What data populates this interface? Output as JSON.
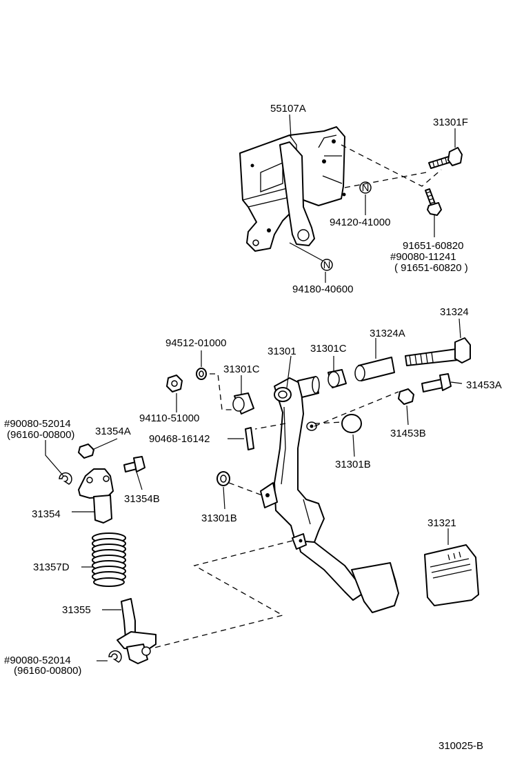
{
  "diagram_id": "310025-B",
  "labels": {
    "p55107A": "55107A",
    "p31301F": "31301F",
    "p94120": "94120-41000",
    "p91651a": "91651-60820",
    "p90080_11241": "#90080-11241",
    "p91651b": "( 91651-60820 )",
    "p94180": "94180-40600",
    "p31324": "31324",
    "p94512": "94512-01000",
    "p31301": "31301",
    "p31301C_top": "31301C",
    "p31324A": "31324A",
    "p31301C_left": "31301C",
    "p31453A": "31453A",
    "p94110": "94110-51000",
    "p90080_52014a": "#90080-52014",
    "p96160a": "(96160-00800)",
    "p31354A": "31354A",
    "p90468": "90468-16142",
    "p31453B": "31453B",
    "p31301B_right": "31301B",
    "p31354B": "31354B",
    "p31354": "31354",
    "p31301B_left": "31301B",
    "p31321": "31321",
    "p31357D": "31357D",
    "p31355": "31355",
    "p90080_52014b": "#90080-52014",
    "p96160b": "(96160-00800)"
  },
  "icons": {
    "nut_marker": "N"
  }
}
